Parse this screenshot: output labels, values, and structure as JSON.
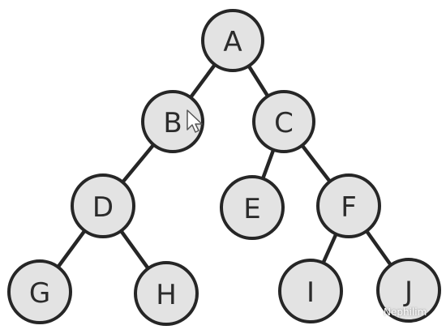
{
  "diagram": {
    "nodes": [
      {
        "id": "A",
        "label": "A"
      },
      {
        "id": "B",
        "label": "B"
      },
      {
        "id": "C",
        "label": "C"
      },
      {
        "id": "D",
        "label": "D"
      },
      {
        "id": "E",
        "label": "E"
      },
      {
        "id": "F",
        "label": "F"
      },
      {
        "id": "G",
        "label": "G"
      },
      {
        "id": "H",
        "label": "H"
      },
      {
        "id": "I",
        "label": "I"
      },
      {
        "id": "J",
        "label": "J"
      }
    ],
    "edges": [
      {
        "from": "A",
        "to": "B"
      },
      {
        "from": "A",
        "to": "C"
      },
      {
        "from": "B",
        "to": "D"
      },
      {
        "from": "C",
        "to": "E"
      },
      {
        "from": "C",
        "to": "F"
      },
      {
        "from": "D",
        "to": "G"
      },
      {
        "from": "D",
        "to": "H"
      },
      {
        "from": "F",
        "to": "I"
      },
      {
        "from": "F",
        "to": "J"
      }
    ],
    "colors": {
      "node_fill": "#e3e3e3",
      "node_stroke": "#262626",
      "edge": "#262626",
      "label": "#2b2b2b"
    }
  },
  "watermark": {
    "text": "Nephilim",
    "icon": "chat-bubbles-icon"
  }
}
